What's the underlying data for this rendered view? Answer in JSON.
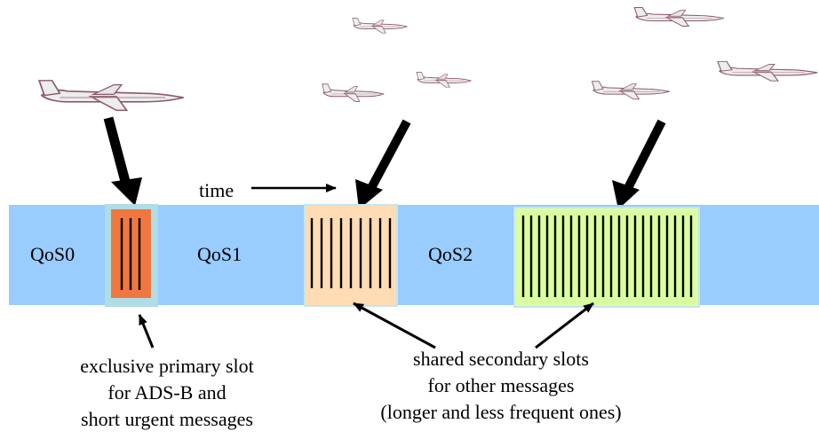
{
  "labels": {
    "time": "time",
    "qos0": "QoS0",
    "qos1": "QoS1",
    "qos2": "QoS2"
  },
  "captions": {
    "primary": [
      "exclusive primary slot",
      "for ADS-B and",
      "short urgent messages"
    ],
    "secondary": [
      "shared secondary slots",
      "for other messages",
      "(longer and less frequent ones)"
    ]
  },
  "colors": {
    "band": "#99ccff",
    "primary_slot_border": "#b0dce6",
    "primary_slot_fill": "#f07840",
    "qos1_slot_fill": "#ffdcb4",
    "qos2_slot_fill": "#d9ffa0",
    "slot_border": "#c8e4ee",
    "line": "#000000"
  },
  "slots": {
    "primary_lines": 3,
    "qos1_lines": 9,
    "qos2_lines": 22
  },
  "icons": [
    "airplane-icon"
  ]
}
